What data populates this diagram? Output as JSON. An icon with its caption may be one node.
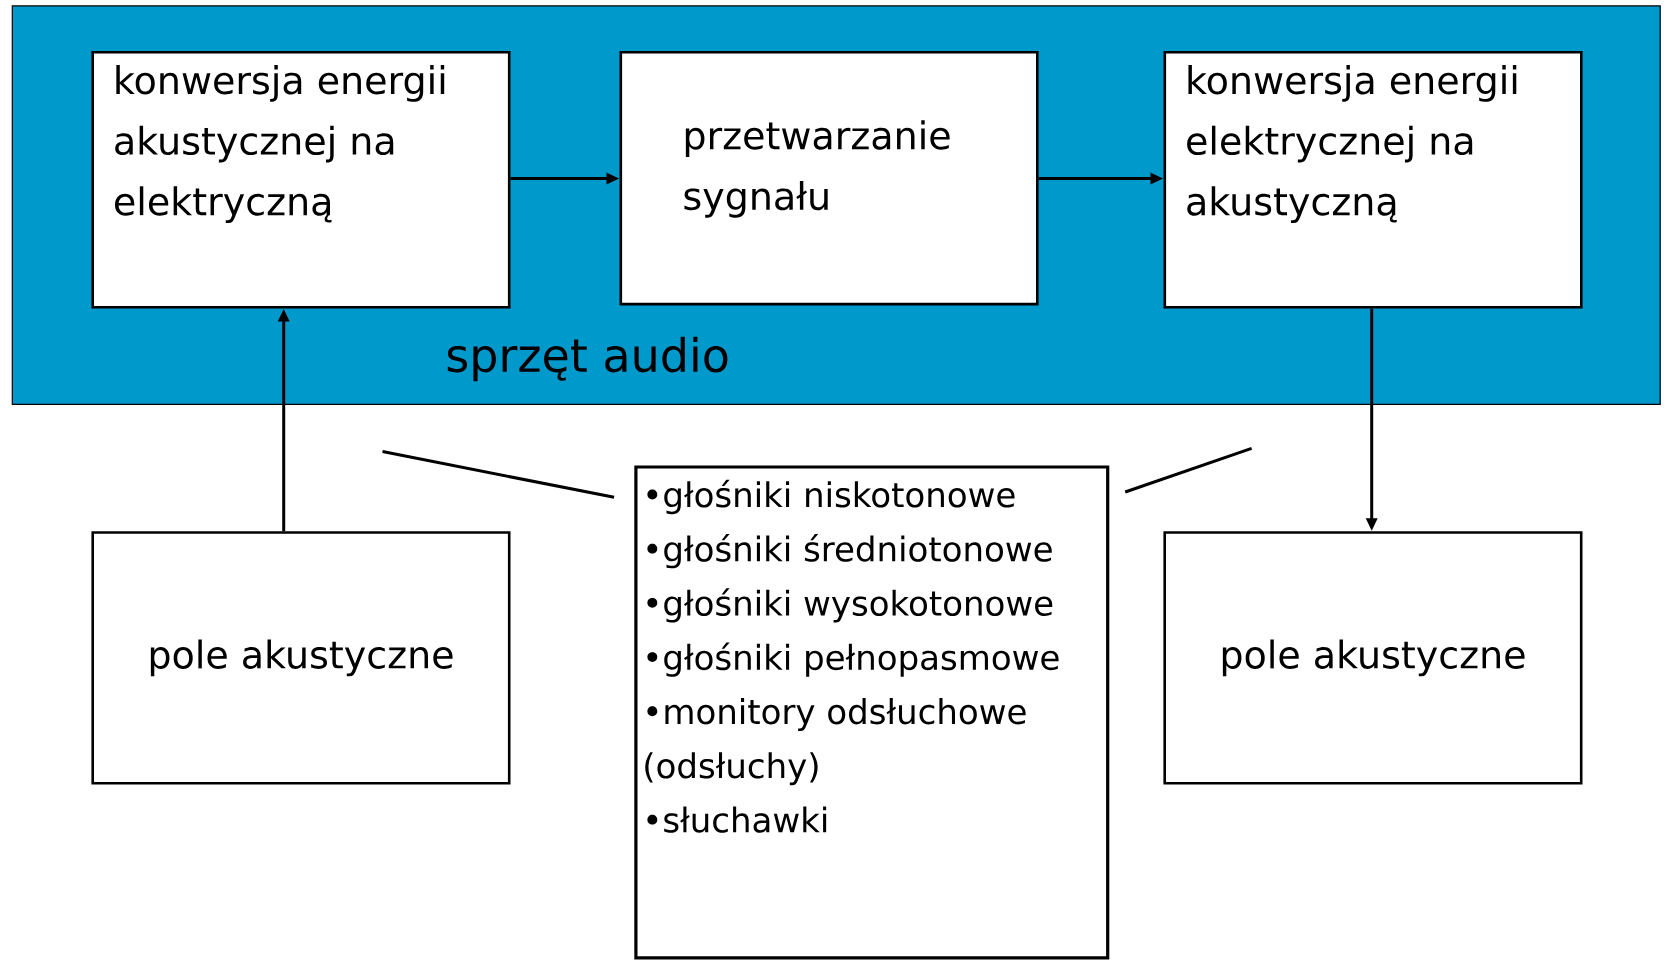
{
  "diagram": {
    "nodes": [
      {
        "text": [
          "sprzęt audio"
        ]
      },
      {
        "text": [
          "konwersja energii akustycznej na elektryczną"
        ],
        "in": 0
      },
      {
        "text": [
          "przetwarzanie sygnału"
        ],
        "in": 0
      },
      {
        "text": [
          "konwersja energii elektrycznej na akustyczną"
        ],
        "in": 0
      },
      {
        "text": [
          "pole akustyczne"
        ]
      },
      {
        "text": [
          "•głośniki niskotonowe",
          "•głośniki średniotonowe",
          "•głośniki wysokotonowe",
          "•głośniki pełnopasmowe",
          "•monitory odsłuchowe (odsłuchy)",
          "•słuchawki"
        ]
      },
      {
        "text": [
          "pole akustyczne"
        ]
      }
    ],
    "edges": [
      {
        "from": 1,
        "to": 2,
        "arrow": "to"
      },
      {
        "from": 2,
        "to": 3,
        "arrow": "to"
      },
      {
        "from": 4,
        "to": 1,
        "arrow": "to"
      },
      {
        "from": 3,
        "to": 6,
        "arrow": "to"
      },
      {
        "from": null,
        "to": 5,
        "arrow": "none"
      },
      {
        "from": null,
        "to": 5,
        "arrow": "none"
      }
    ]
  }
}
